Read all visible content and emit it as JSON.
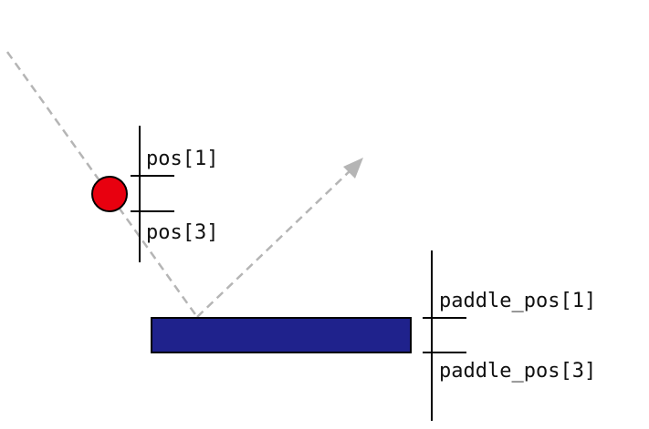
{
  "labels": {
    "ball_top": "pos[1]",
    "ball_bottom": "pos[3]",
    "paddle_top": "paddle_pos[1]",
    "paddle_bottom": "paddle_pos[3]"
  },
  "colors": {
    "ball_fill": "#e8000f",
    "paddle_fill": "#1f228c",
    "outline": "#000000",
    "trajectory": "#b5b5b5",
    "marker_line": "#000000"
  }
}
